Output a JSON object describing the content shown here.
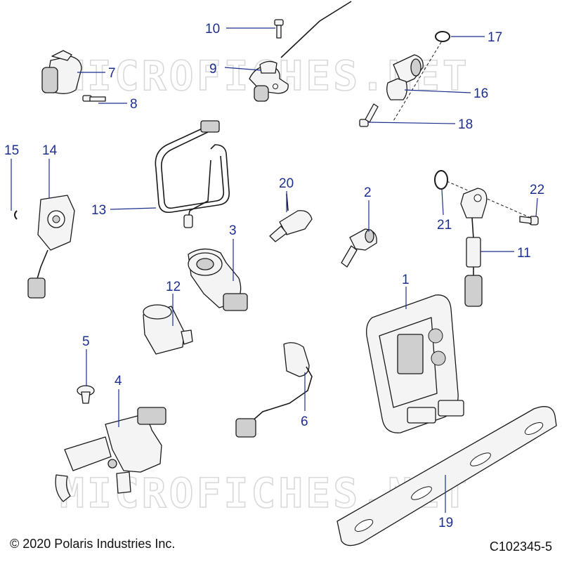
{
  "watermark": "MICROFICHES.NET",
  "callouts": [
    "1",
    "2",
    "3",
    "4",
    "5",
    "6",
    "7",
    "8",
    "9",
    "10",
    "11",
    "12",
    "13",
    "14",
    "15",
    "16",
    "17",
    "18",
    "19",
    "20",
    "21",
    "22"
  ],
  "footer": {
    "copyright": "© 2020 Polaris Industries Inc.",
    "drawing_number": "C102345-5"
  },
  "colors": {
    "callout": "#1d2f8f",
    "line_art": "#1a1a1a",
    "watermark": "#d9d9d9"
  }
}
